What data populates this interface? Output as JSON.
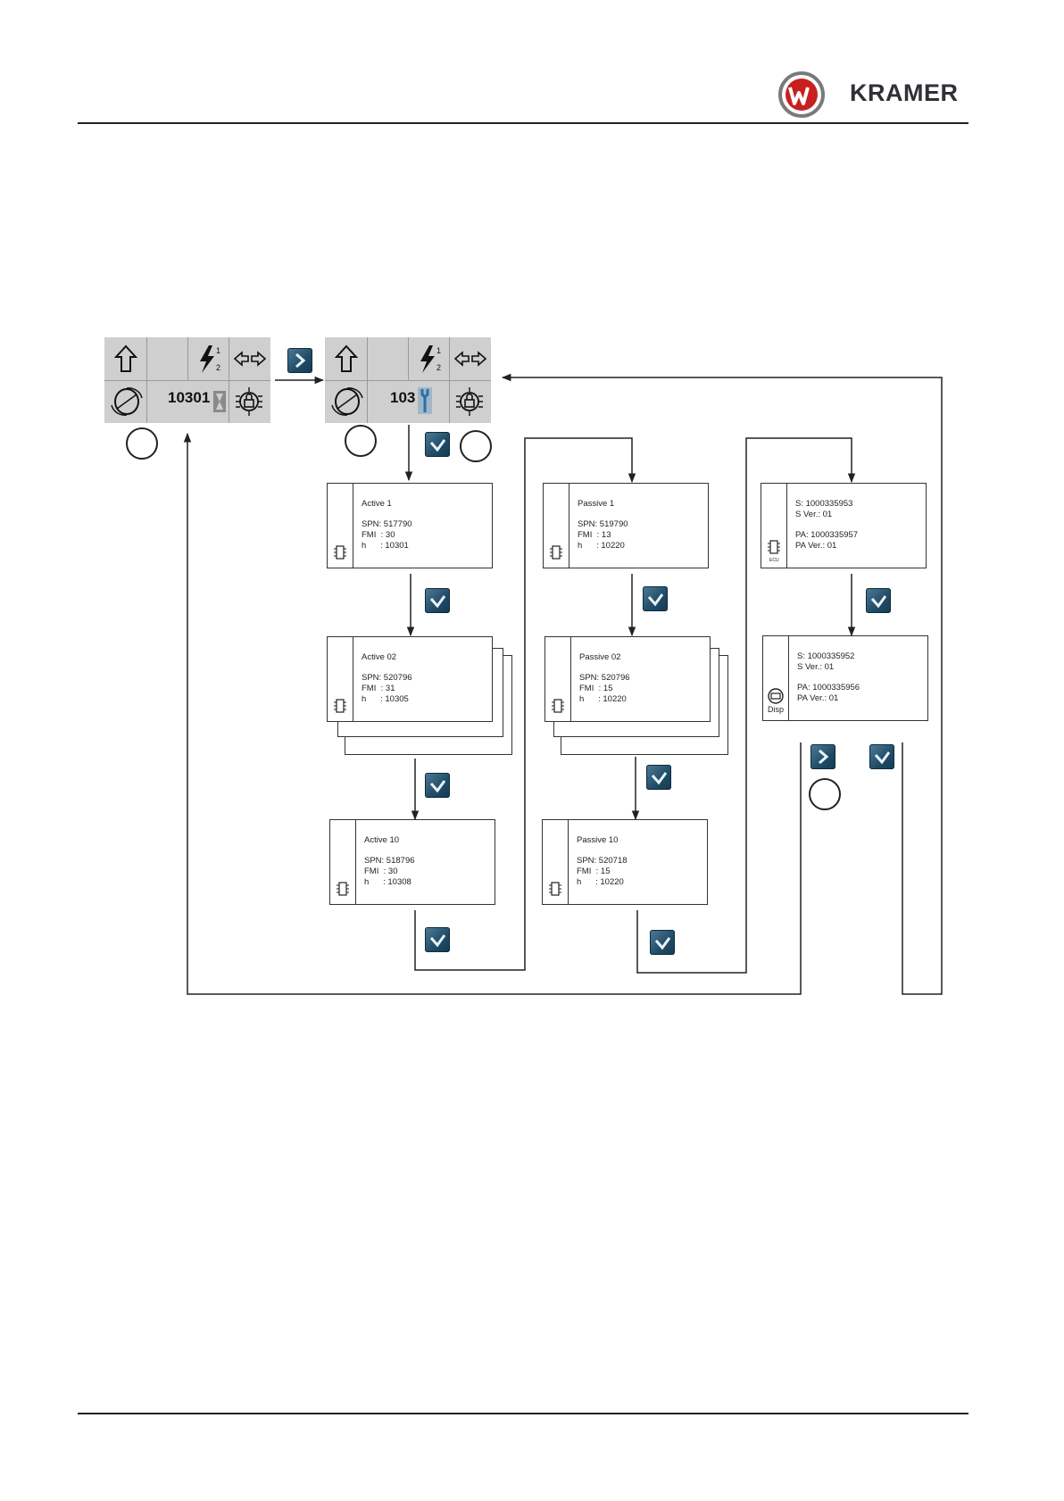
{
  "header": {
    "brand": "KRAMER"
  },
  "panel_a": {
    "value": "10301"
  },
  "panel_b": {
    "value": "103"
  },
  "active": [
    {
      "title": "Active 1",
      "spn": "SPN: 517790",
      "fmi": "FMI  : 30",
      "h": "h      : 10301"
    },
    {
      "title": "Active 02",
      "spn": "SPN: 520796",
      "fmi": "FMI  : 31",
      "h": "h      : 10305"
    },
    {
      "title": "Active 10",
      "spn": "SPN: 518796",
      "fmi": "FMI  : 30",
      "h": "h      : 10308"
    }
  ],
  "passive": [
    {
      "title": "Passive 1",
      "spn": "SPN: 519790",
      "fmi": "FMI  : 13",
      "h": "h      : 10220"
    },
    {
      "title": "Passive 02",
      "spn": "SPN: 520796",
      "fmi": "FMI  : 15",
      "h": "h      : 10220"
    },
    {
      "title": "Passive 10",
      "spn": "SPN: 520718",
      "fmi": "FMI  : 15",
      "h": "h      : 10220"
    }
  ],
  "ecu": {
    "s": "S: 1000335953",
    "sver": "S Ver.: 01",
    "pa": "PA: 1000335957",
    "paver": "PA Ver.: 01",
    "chip_label": "ECU"
  },
  "disp": {
    "s": "S: 1000335952",
    "sver": "S Ver.: 01",
    "pa": "PA: 1000335956",
    "paver": "PA Ver.: 01",
    "label": "Disp"
  },
  "colors": {
    "panel_bg": "#cfcfcf",
    "button": "#2a5874",
    "line": "#222222"
  }
}
